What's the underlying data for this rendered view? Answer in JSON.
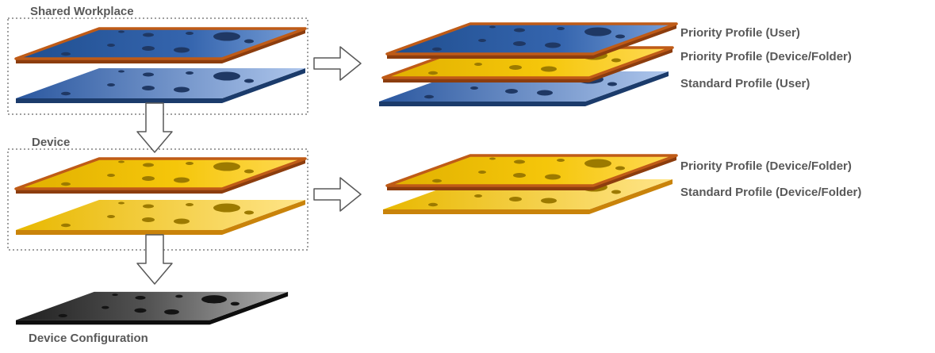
{
  "labels": {
    "shared_workplace": "Shared Workplace",
    "device": "Device",
    "device_configuration": "Device Configuration"
  },
  "result_stack_user": [
    "Priority Profile (User)",
    "Priority Profile (Device/Folder)",
    "Standard Profile (User)"
  ],
  "result_stack_device": [
    "Priority Profile (Device/Folder)",
    "Standard Profile (Device/Folder)"
  ],
  "colors": {
    "priority_rim_orange": "#BF5B17",
    "blue_dark": "#1F4E8F",
    "blue_light": "#AEC6EC",
    "yellow": "#F5C60A",
    "yellow_light": "#FFE58A",
    "gray_dark": "#1F1F1F",
    "gray_light": "#B0B0B0",
    "hole_blue": "#1F3864",
    "hole_yellow": "#9C7A00",
    "hole_gray": "#141414",
    "label_gray": "#595959",
    "arrow_stroke": "#595959"
  }
}
